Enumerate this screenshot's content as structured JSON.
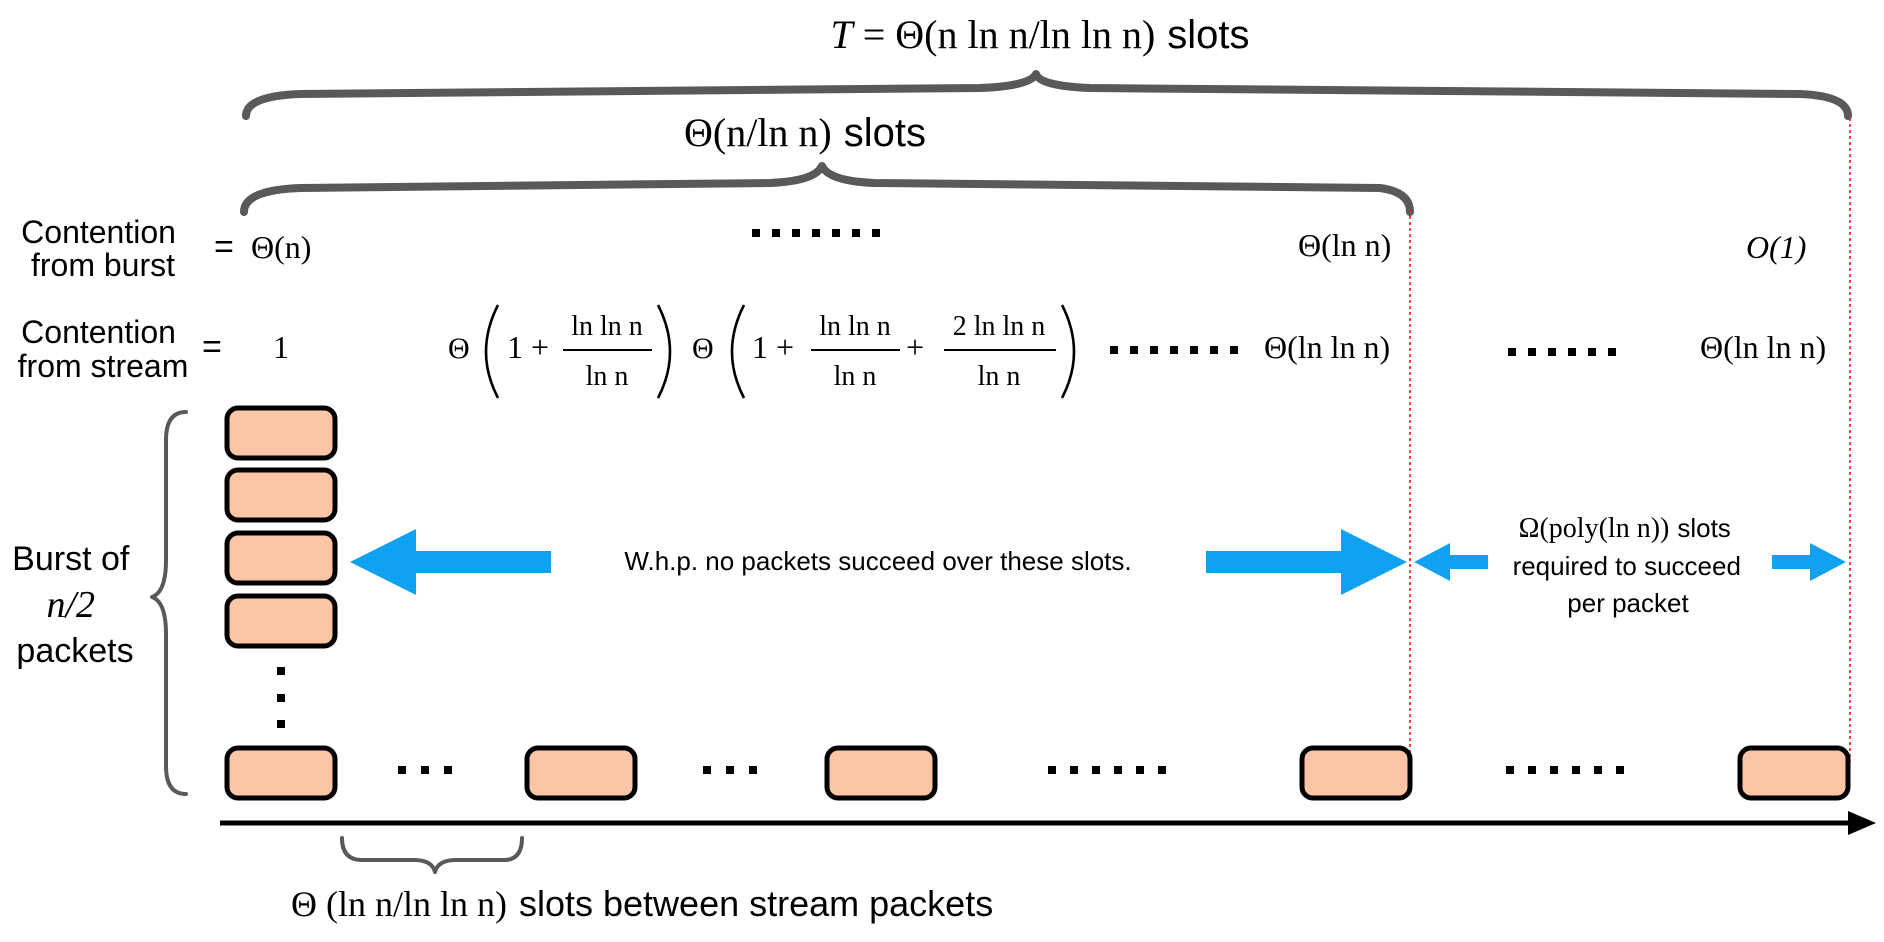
{
  "title_top": {
    "prefix": "T",
    "formula": " = Θ(n ln n/ln ln n)",
    "unit": "slots"
  },
  "sub_brace": {
    "formula": "Θ(n/ln n)",
    "unit": "slots"
  },
  "rows": {
    "burst": {
      "label_line1": "Contention",
      "label_line2": "from burst",
      "equals": "=",
      "v1": "Θ(n)",
      "v2": "Θ(ln n)",
      "v3": "O(1)"
    },
    "stream": {
      "label_line1": "Contention",
      "label_line2": "from stream",
      "equals": "=",
      "v1": "1",
      "v2_prefix": "Θ",
      "v2_one": "1 +",
      "v2_num": "ln ln n",
      "v2_den": "ln n",
      "v3_prefix": "Θ",
      "v3_one": "1 +",
      "v3_num1": "ln ln n",
      "v3_den1": "ln n",
      "v3_plus": "+",
      "v3_num2": "2 ln ln n",
      "v3_den2": "ln n",
      "v4": "Θ(ln ln n)",
      "v5": "Θ(ln ln n)"
    }
  },
  "burst_group": {
    "line1": "Burst of",
    "line2": "n/2",
    "line3": "packets"
  },
  "arrows": {
    "no_success": "W.h.p. no packets succeed over these slots.",
    "required_line1_formula": "Ω(poly(ln n))",
    "required_line1_unit": "slots",
    "required_line2": "required to succeed",
    "required_line3": "per packet"
  },
  "bottom_label": {
    "formula": "Θ (ln n/ln ln n)",
    "text": "slots between stream packets"
  },
  "colors": {
    "packet_fill": "#fcc6a6",
    "arrow": "#10a2f0",
    "brace": "#595959",
    "divider": "#e31a1c"
  }
}
